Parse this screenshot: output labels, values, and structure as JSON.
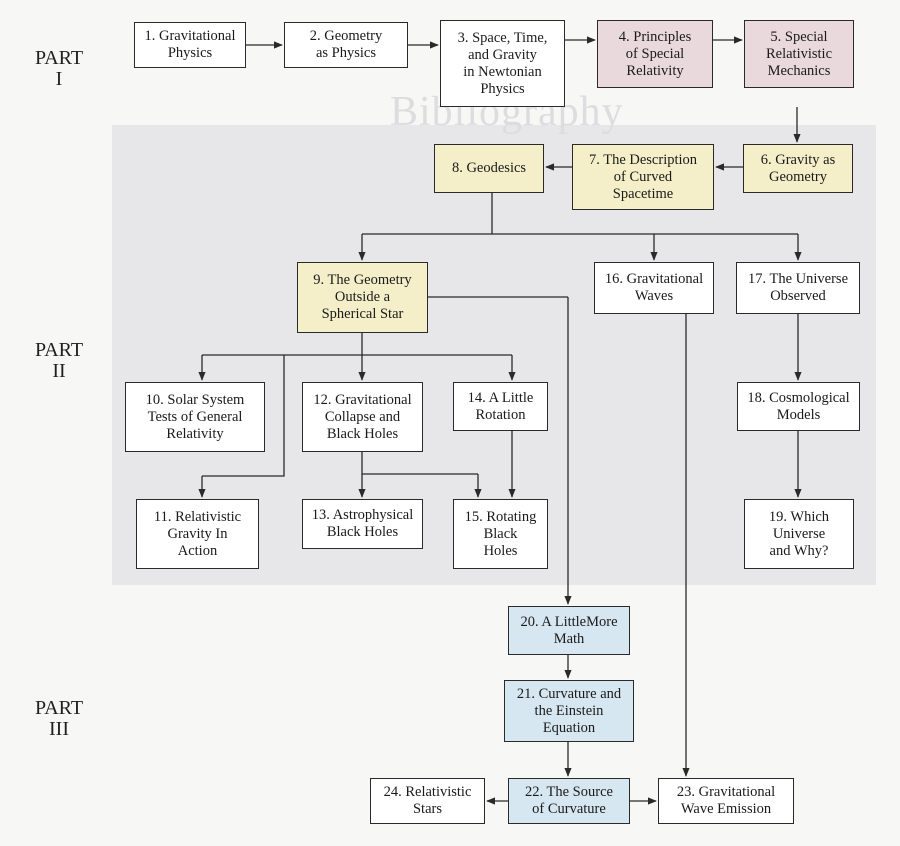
{
  "parts": [
    "PART\nI",
    "PART\nII",
    "PART\nIII"
  ],
  "background_text": "Bibliography",
  "colors": {
    "pink": "#ead9dc",
    "yellow": "#f4efc9",
    "blue": "#d6e7f1",
    "shade": "#e7e7e9"
  },
  "chapters": [
    {
      "id": "c1",
      "label": "1. Gravitational\nPhysics",
      "color": "white"
    },
    {
      "id": "c2",
      "label": "2. Geometry\nas Physics",
      "color": "white"
    },
    {
      "id": "c3",
      "label": "3. Space, Time,\nand Gravity\nin Newtonian\nPhysics",
      "color": "white"
    },
    {
      "id": "c4",
      "label": "4. Principles\nof Special\nRelativity",
      "color": "pink"
    },
    {
      "id": "c5",
      "label": "5. Special\nRelativistic\nMechanics",
      "color": "pink"
    },
    {
      "id": "c6",
      "label": "6. Gravity as\nGeometry",
      "color": "yellow"
    },
    {
      "id": "c7",
      "label": "7. The Description\nof Curved\nSpacetime",
      "color": "yellow"
    },
    {
      "id": "c8",
      "label": "8. Geodesics",
      "color": "yellow"
    },
    {
      "id": "c9",
      "label": "9. The Geometry\nOutside a\nSpherical Star",
      "color": "yellow"
    },
    {
      "id": "c10",
      "label": "10. Solar System\nTests of General\nRelativity",
      "color": "white"
    },
    {
      "id": "c11",
      "label": "11. Relativistic\nGravity In\nAction",
      "color": "white"
    },
    {
      "id": "c12",
      "label": "12. Gravitational\nCollapse and\nBlack Holes",
      "color": "white"
    },
    {
      "id": "c13",
      "label": "13. Astrophysical\nBlack Holes",
      "color": "white"
    },
    {
      "id": "c14",
      "label": "14. A Little\nRotation",
      "color": "white"
    },
    {
      "id": "c15",
      "label": "15. Rotating\nBlack\nHoles",
      "color": "white"
    },
    {
      "id": "c16",
      "label": "16. Gravitational\nWaves",
      "color": "white"
    },
    {
      "id": "c17",
      "label": "17. The Universe\nObserved",
      "color": "white"
    },
    {
      "id": "c18",
      "label": "18. Cosmological\nModels",
      "color": "white"
    },
    {
      "id": "c19",
      "label": "19. Which\nUniverse\nand Why?",
      "color": "white"
    },
    {
      "id": "c20",
      "label": "20. A LittleMore\nMath",
      "color": "blue"
    },
    {
      "id": "c21",
      "label": "21. Curvature and\nthe Einstein\nEquation",
      "color": "blue"
    },
    {
      "id": "c22",
      "label": "22. The Source\nof Curvature",
      "color": "blue"
    },
    {
      "id": "c23",
      "label": "23. Gravitational\nWave Emission",
      "color": "white"
    },
    {
      "id": "c24",
      "label": "24. Relativistic\nStars",
      "color": "white"
    }
  ]
}
